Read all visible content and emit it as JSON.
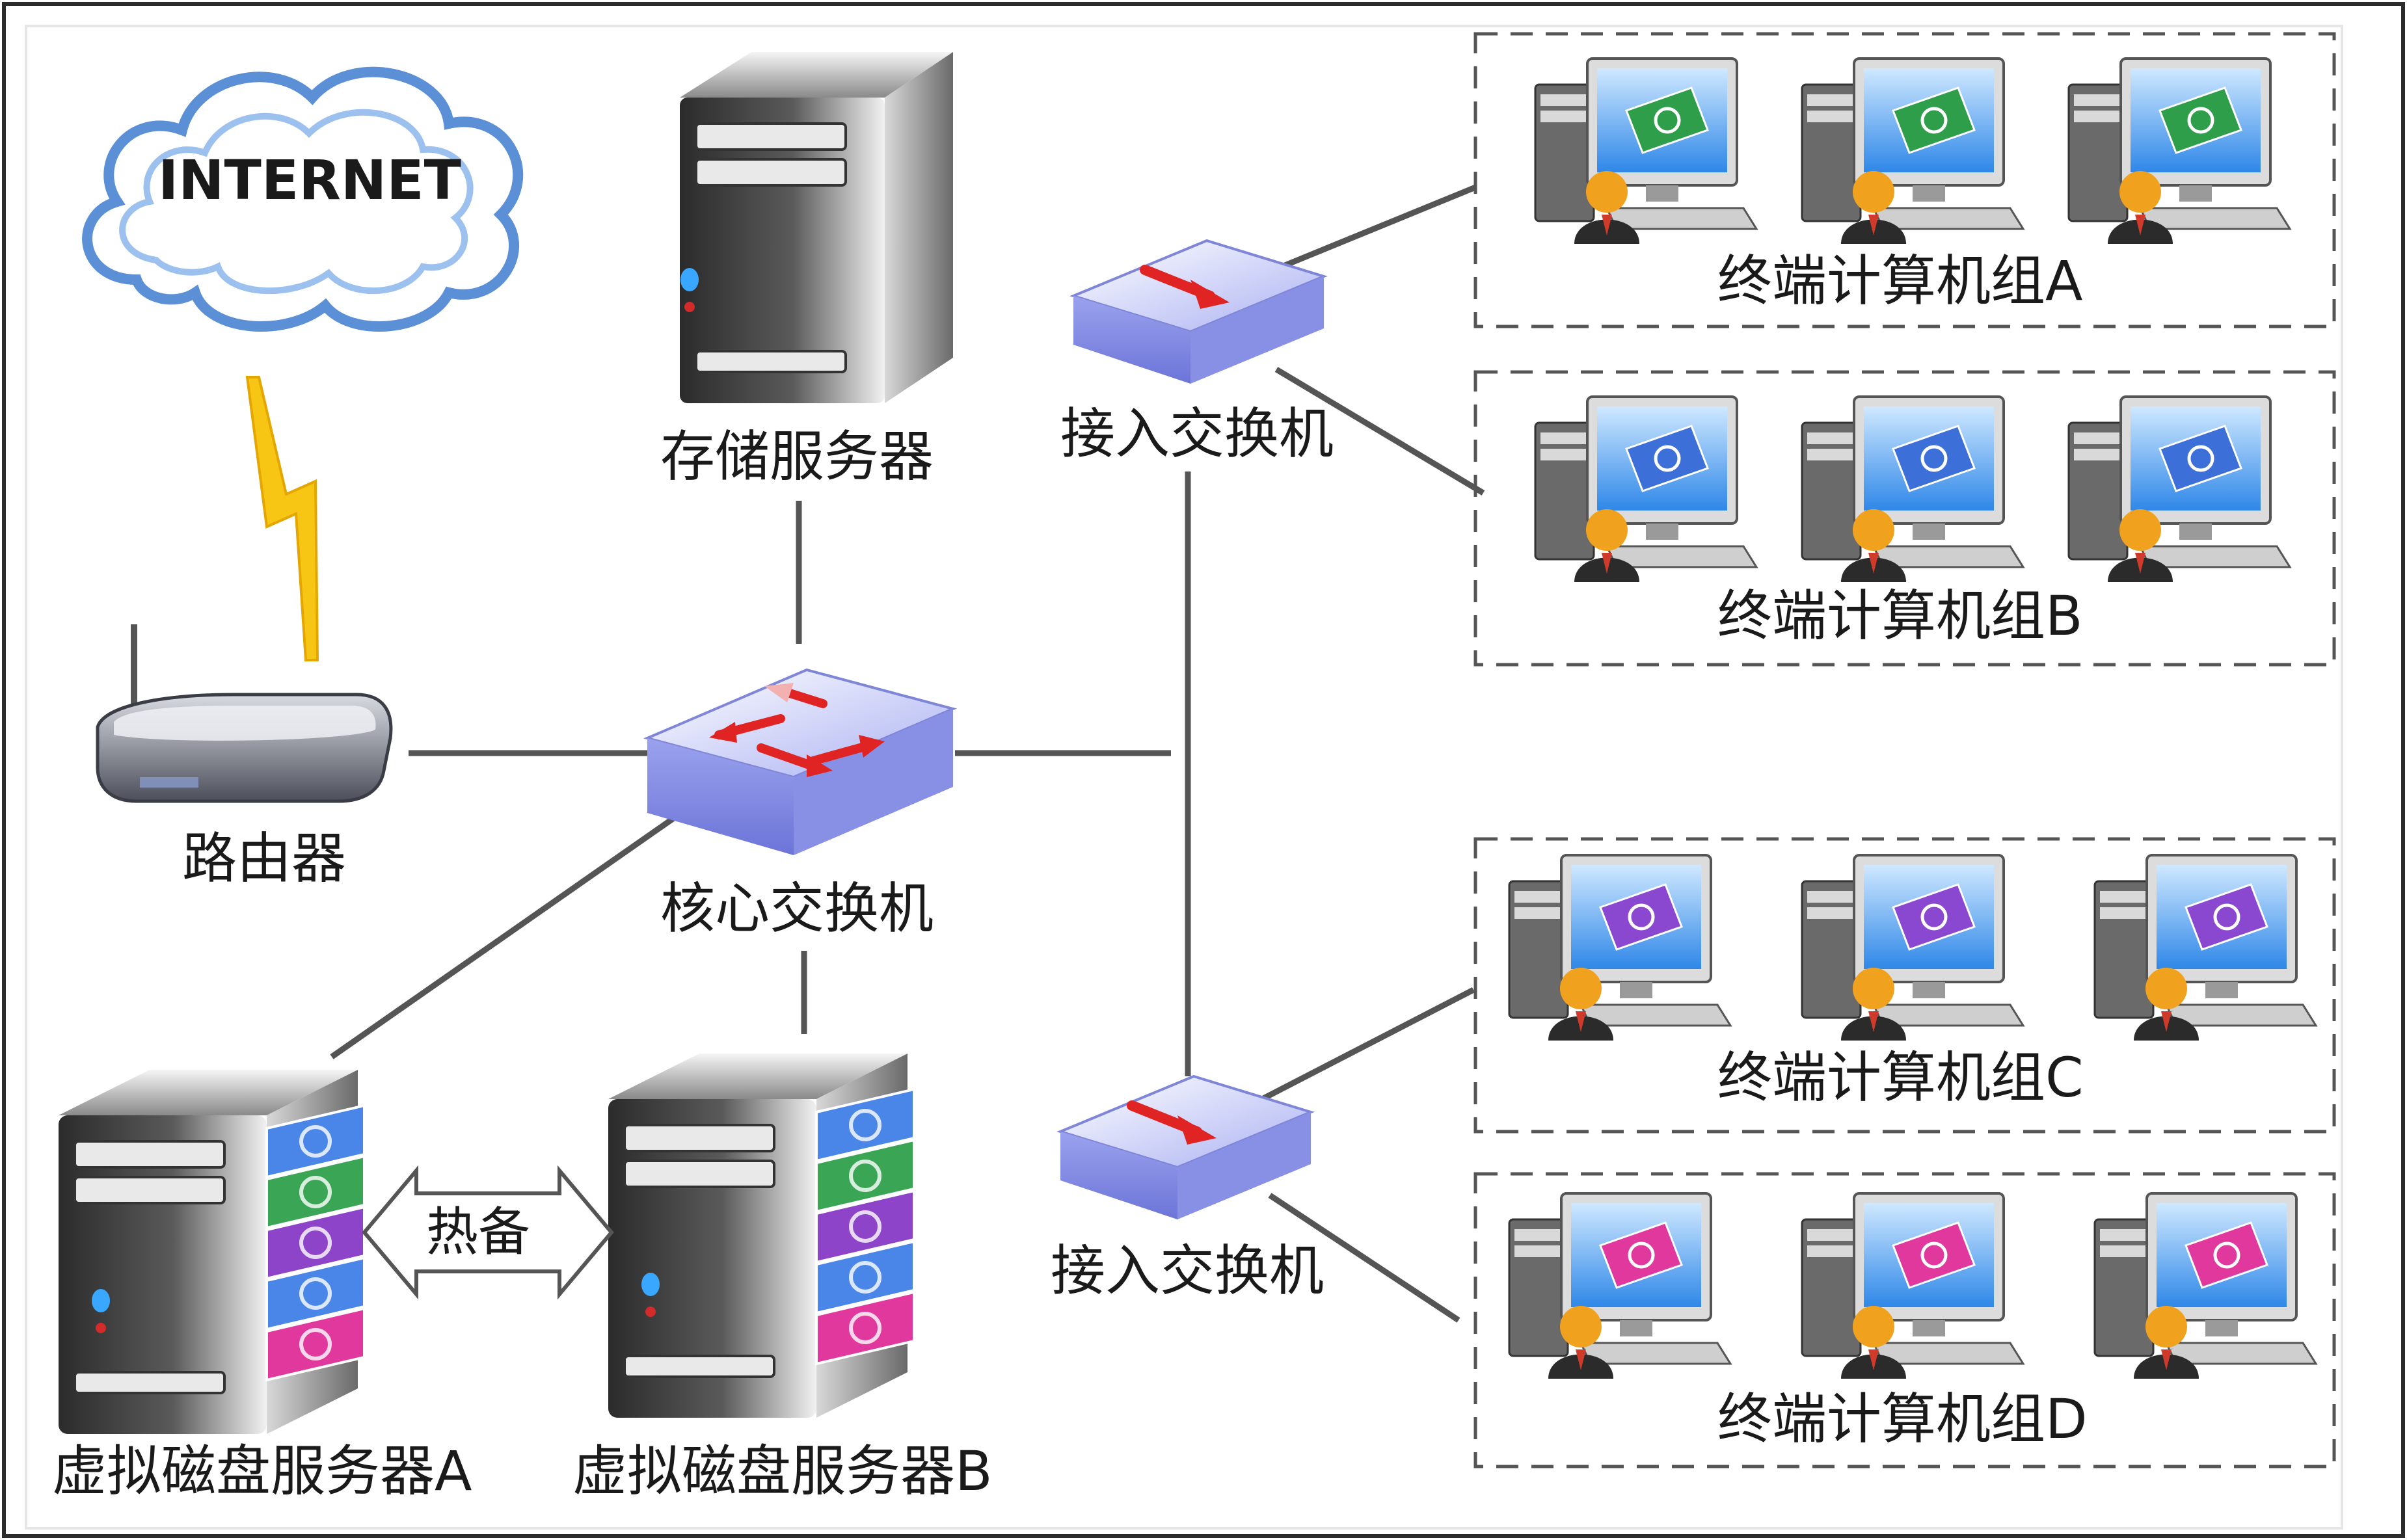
{
  "cloud": {
    "label": "INTERNET"
  },
  "router": {
    "label": "路由器"
  },
  "storage_server": {
    "label": "存储服务器"
  },
  "core_switch": {
    "label": "核心交换机"
  },
  "access_switches": [
    {
      "label": "接入交换机"
    },
    {
      "label": "接入交换机"
    }
  ],
  "vdisk_servers": [
    {
      "label": "虚拟磁盘服务器A",
      "disk_colors": [
        "#4a86e8",
        "#3aa655",
        "#8e44c9",
        "#4a86e8",
        "#e0389c"
      ]
    },
    {
      "label": "虚拟磁盘服务器B",
      "disk_colors": [
        "#4a86e8",
        "#3aa655",
        "#8e44c9",
        "#4a86e8",
        "#e0389c"
      ]
    }
  ],
  "hot_backup": {
    "label": "热备"
  },
  "terminal_groups": [
    {
      "label": "终端计算机组A",
      "screen_color": "#2e9e4a"
    },
    {
      "label": "终端计算机组B",
      "screen_color": "#3c6fd8"
    },
    {
      "label": "终端计算机组C",
      "screen_color": "#8a48d0"
    },
    {
      "label": "终端计算机组D",
      "screen_color": "#e0389c"
    }
  ]
}
